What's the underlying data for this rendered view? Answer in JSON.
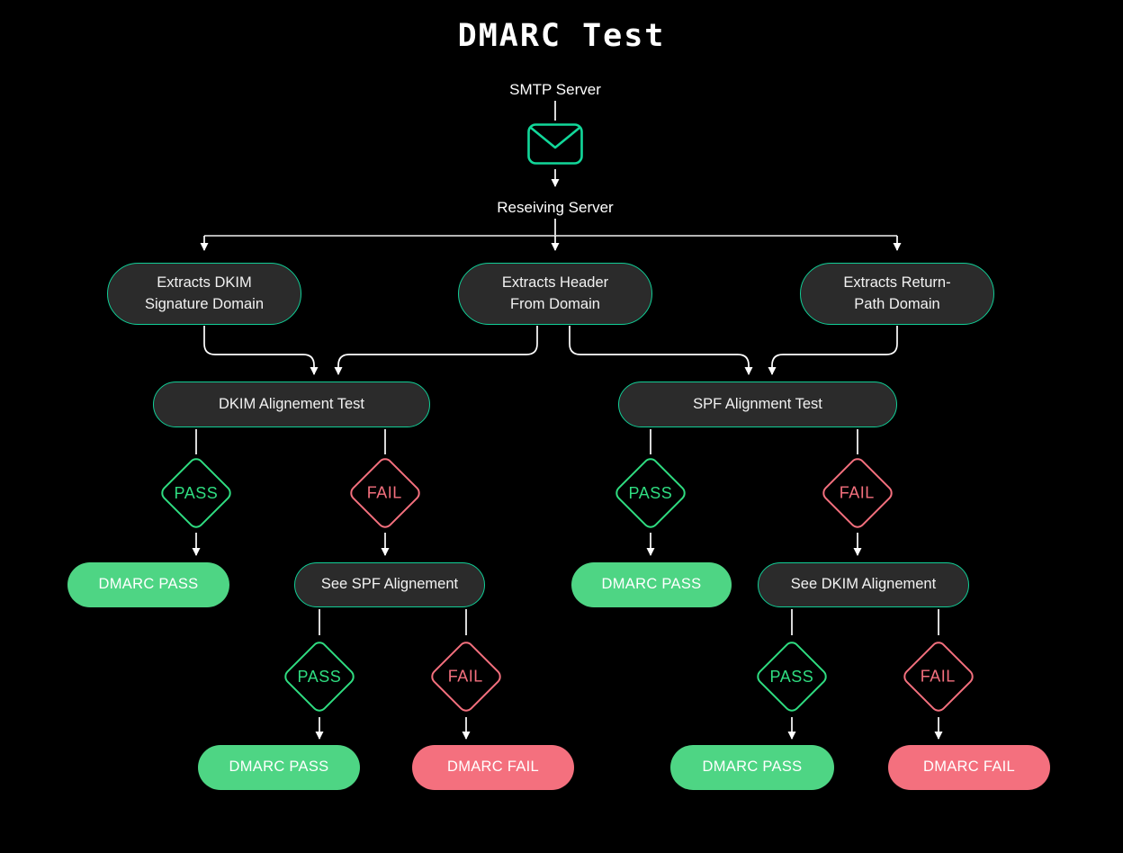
{
  "title": "DMARC Test",
  "labels": {
    "smtp": "SMTP Server",
    "receiving": "Reseiving Server",
    "extract_dkim": "Extracts DKIM\nSignature Domain",
    "extract_header": "Extracts Header\nFrom Domain",
    "extract_return": "Extracts Return-\nPath Domain",
    "dkim_test": "DKIM Alignement Test",
    "spf_test": "SPF Alignment Test",
    "pass": "PASS",
    "fail": "FAIL",
    "dmarc_pass": "DMARC PASS",
    "dmarc_fail": "DMARC FAIL",
    "see_spf": "See SPF Alignement",
    "see_dkim": "See DKIM Alignement"
  },
  "icons": {
    "envelope": "envelope-icon"
  },
  "colors": {
    "background": "#000000",
    "node_fill": "#2B2B2B",
    "teal_border": "#11CE96",
    "pass_green": "#2FDD81",
    "pill_green": "#4ED584",
    "fail_pink": "#F4707E",
    "line_white": "#FFFFFF",
    "line_gray": "#CFCFCF",
    "text_white": "#FFFFFF"
  }
}
